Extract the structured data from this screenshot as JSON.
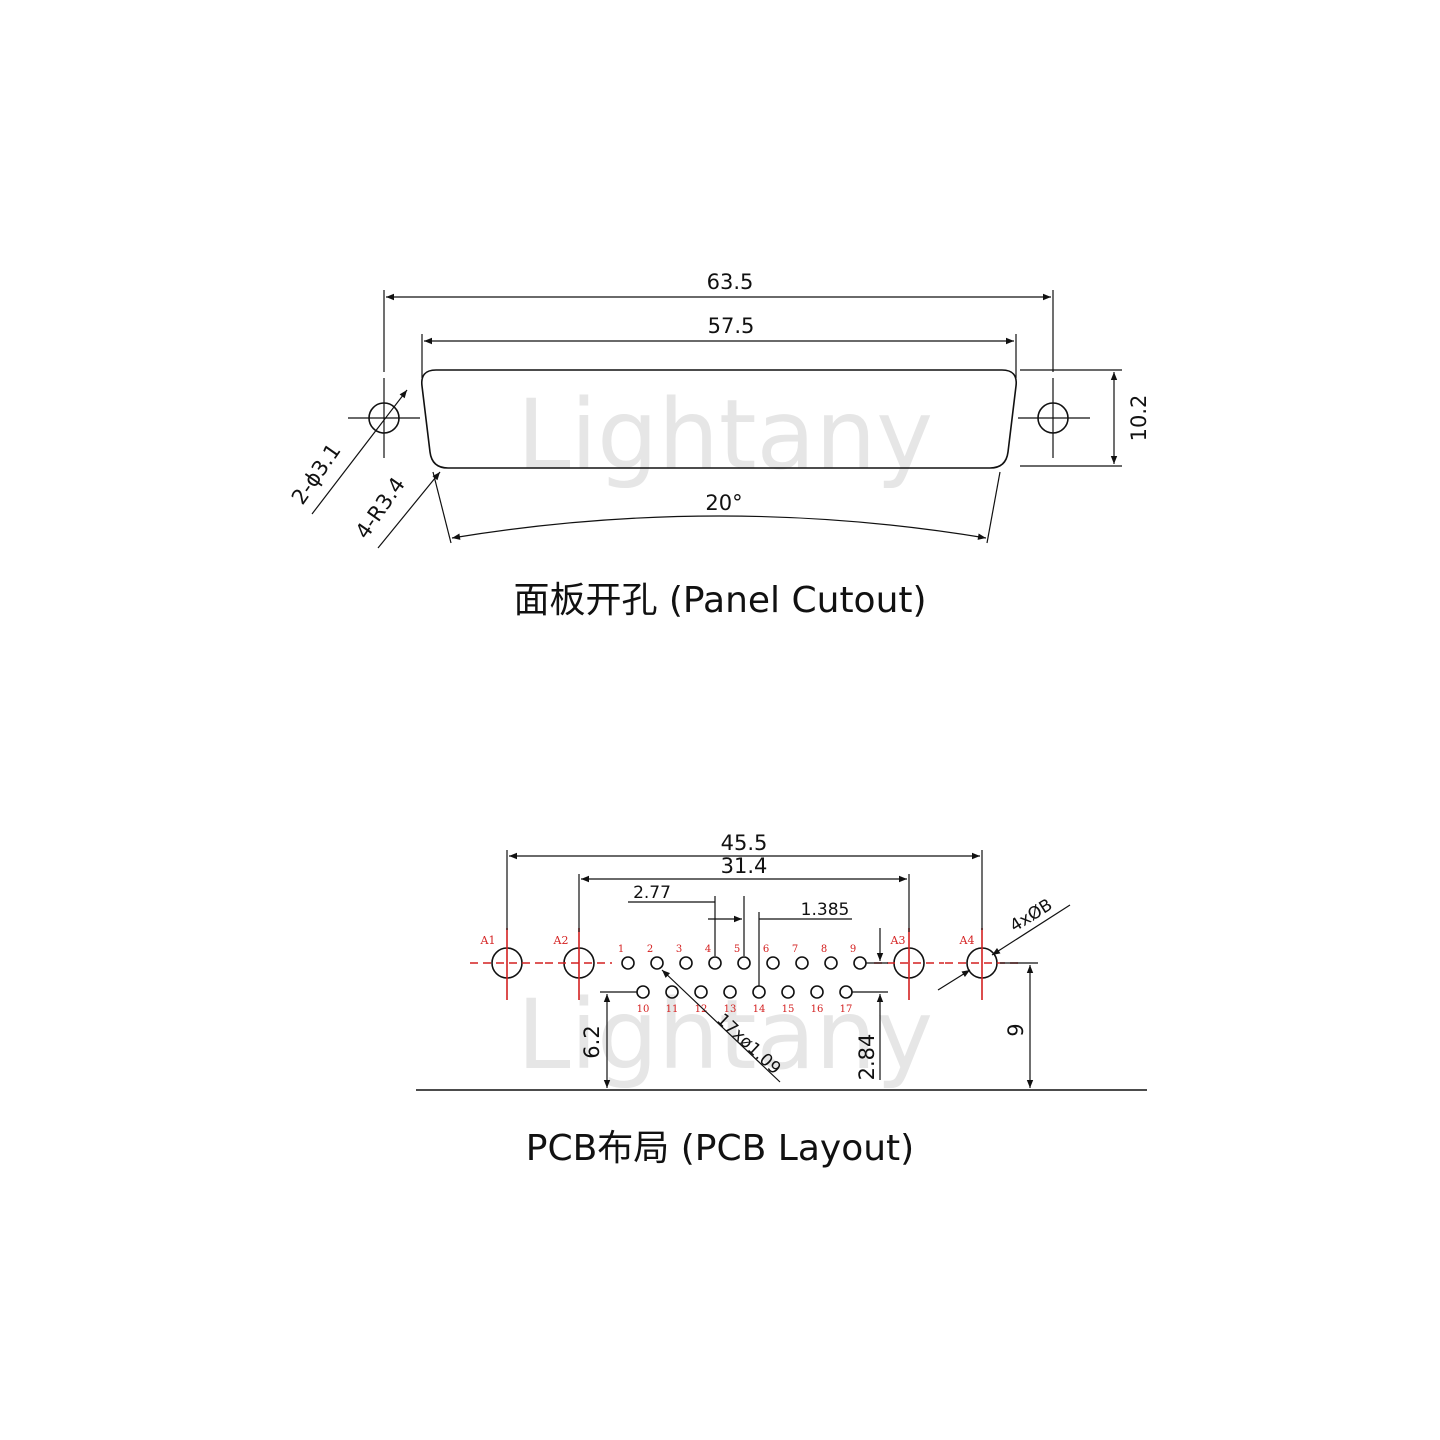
{
  "watermark": "Lightany",
  "panel": {
    "caption": "面板开孔 (Panel Cutout)",
    "dim_overall_width": "63.5",
    "dim_shell_width": "57.5",
    "dim_height": "10.2",
    "dim_angle": "20°",
    "dim_holes": "2-ϕ3.1",
    "dim_radius": "4-R3.4"
  },
  "pcb": {
    "caption": "PCB布局 (PCB Layout)",
    "dim_a1_a4": "45.5",
    "dim_a2_a3": "31.4",
    "dim_pitch": "2.77",
    "dim_half_pitch": "1.385",
    "dim_anchor_holes": "4xØB",
    "dim_pin_holes": "17xø1.09",
    "dim_left_height": "6.2",
    "dim_row_height": "2.84",
    "dim_right_height": "9",
    "anchors": [
      "A1",
      "A2",
      "A3",
      "A4"
    ],
    "top_row_pins": [
      "1",
      "2",
      "3",
      "4",
      "5",
      "6",
      "7",
      "8",
      "9"
    ],
    "bottom_row_pins": [
      "10",
      "11",
      "12",
      "13",
      "14",
      "15",
      "16",
      "17"
    ]
  },
  "colors": {
    "line": "#111111",
    "centerline": "#d42020",
    "watermark": "#e6e6e6"
  }
}
